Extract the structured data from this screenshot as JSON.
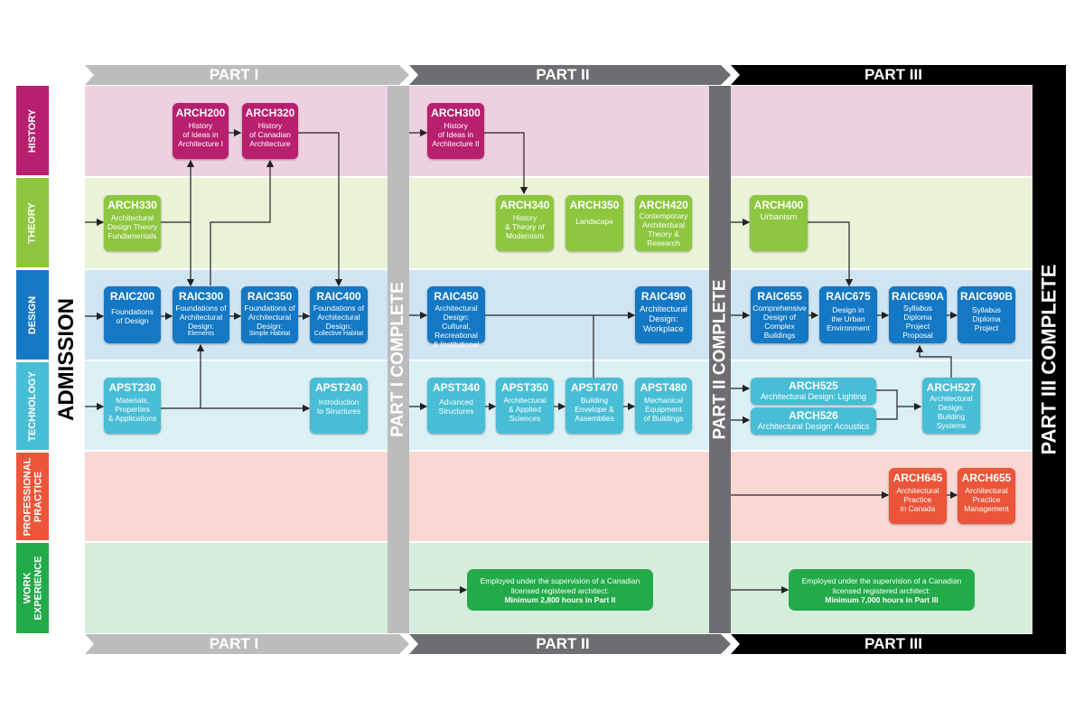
{
  "colors": {
    "history": "#b81f6e",
    "theory": "#8dc63f",
    "design": "#1478c4",
    "technology": "#47bed6",
    "professional": "#ec553a",
    "work": "#23aa4a",
    "part1": "#bcbcbc",
    "part2": "#6d6e71",
    "part3": "#000000"
  },
  "categories": {
    "history": "HISTORY",
    "theory": "THEORY",
    "design": "DESIGN",
    "technology": "TECHNOLOGY",
    "professional": "PROFESSIONAL\nPRACTICE",
    "work": "WORK\nEXPERIENCE"
  },
  "admission": "ADMISSION",
  "parts": {
    "part1": "PART I",
    "part2": "PART II",
    "part3": "PART III",
    "part1_complete": "PART I COMPLETE",
    "part2_complete": "PART II COMPLETE",
    "part3_complete": "PART III COMPLETE"
  },
  "courses": {
    "arch200": {
      "code": "ARCH200",
      "desc": "History\nof Ideas in\nArchitecture I"
    },
    "arch320": {
      "code": "ARCH320",
      "desc": "History\nof Canadian\nArchitecture"
    },
    "arch300": {
      "code": "ARCH300",
      "desc": "History\nof Ideas in\nArchitecture II"
    },
    "arch330": {
      "code": "ARCH330",
      "desc": "Architectural\nDesign Theory\nFundamentals"
    },
    "arch340": {
      "code": "ARCH340",
      "desc": "History\n& Theory of\nModernism"
    },
    "arch350": {
      "code": "ARCH350",
      "desc": "Landscape"
    },
    "arch420": {
      "code": "ARCH420",
      "desc": "Contemporary\nArchitectural\nTheory &\nResearch"
    },
    "arch400": {
      "code": "ARCH400",
      "desc": "Urbanism"
    },
    "raic200": {
      "code": "RAIC200",
      "desc": "Foundations\nof Design"
    },
    "raic300": {
      "code": "RAIC300",
      "desc": "Foundations of\nArchitectural\nDesign:",
      "note": "Elements"
    },
    "raic350": {
      "code": "RAIC350",
      "desc": "Foundations of\nArchitectural\nDesign:",
      "note": "Simple Habitat"
    },
    "raic400": {
      "code": "RAIC400",
      "desc": "Foundations of\nArchitectural\nDesign:",
      "note": "Collective Habitat"
    },
    "raic450": {
      "code": "RAIC450",
      "desc": "Architectural\nDesign: Cultural,\nRecreational\n& Institutional"
    },
    "raic490": {
      "code": "RAIC490",
      "desc": "Architectural\nDesign:\nWorkplace"
    },
    "raic655": {
      "code": "RAIC655",
      "desc": "Comprehensive\nDesign of\nComplex\nBuildings"
    },
    "raic675": {
      "code": "RAIC675",
      "desc": "Design in\nthe Urban\nEnvironment"
    },
    "raic690a": {
      "code": "RAIC690A",
      "desc": "Syllabus\nDiploma\nProject\nProposal"
    },
    "raic690b": {
      "code": "RAIC690B",
      "desc": "Syllabus\nDiploma\nProject"
    },
    "apst230": {
      "code": "APST230",
      "desc": "Materials,\nProperties\n& Applications"
    },
    "apst240": {
      "code": "APST240",
      "desc": "Introduction\nto Structures"
    },
    "apst340": {
      "code": "APST340",
      "desc": "Advanced\nStructures"
    },
    "apst350": {
      "code": "APST350",
      "desc": "Architectural\n& Applied\nSciences"
    },
    "apst470": {
      "code": "APST470",
      "desc": "Building\nEnvelope &\nAssemblies"
    },
    "apst480": {
      "code": "APST480",
      "desc": "Mechanical\nEquipment\nof Buildings"
    },
    "arch525": {
      "code": "ARCH525",
      "desc": "Architectural Design: Lighting"
    },
    "arch526": {
      "code": "ARCH526",
      "desc": "Architectural Design: Acoustics"
    },
    "arch527": {
      "code": "ARCH527",
      "desc": "Architectural\nDesign:\nBuilding\nSystems"
    },
    "arch645": {
      "code": "ARCH645",
      "desc": "Architectural\nPractice\nin Canada"
    },
    "arch655": {
      "code": "ARCH655",
      "desc": "Architectural\nPractice\nManagement"
    }
  },
  "work": {
    "part2": {
      "line1": "Employed under the supervision of a Canadian",
      "line2": "licensed registered architect:",
      "hours": "Minimum 2,800 hours in Part II"
    },
    "part3": {
      "line1": "Employed under the supervision of a Canadian",
      "line2": "licensed registered architect:",
      "hours": "Minimum 7,000 hours in Part III"
    }
  }
}
